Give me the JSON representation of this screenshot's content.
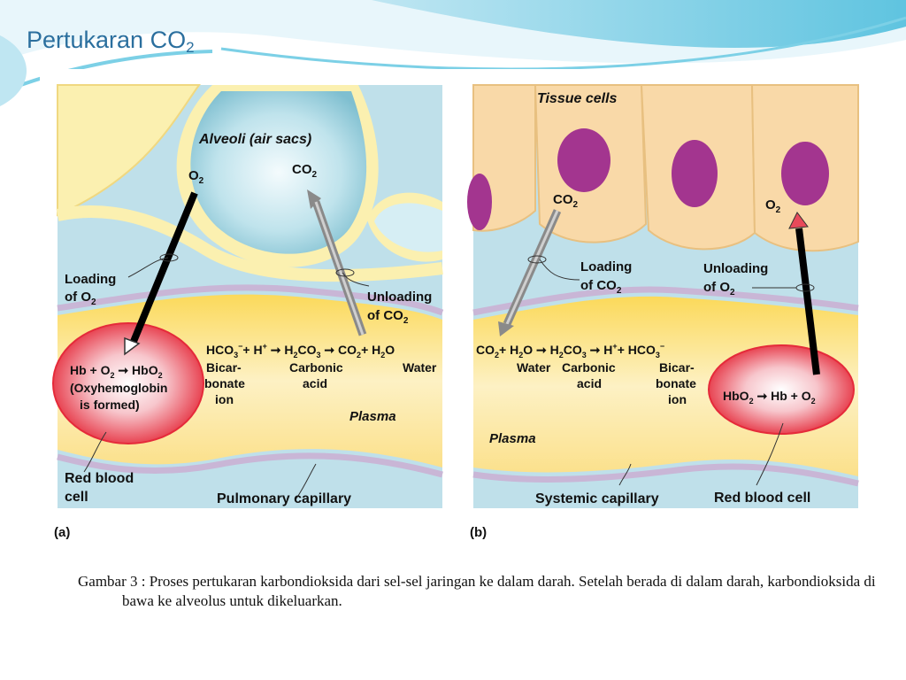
{
  "slide": {
    "title": "Pertukaran CO",
    "title_sub": "2",
    "caption": "Gambar 3 : Proses pertukaran karbondioksida dari sel-sel jaringan ke dalam darah. Setelah berada di dalam darah, karbondioksida di bawa ke alveolus untuk dikeluarkan."
  },
  "panel_a": {
    "label": "(a)",
    "alveoli": "Alveoli (air sacs)",
    "o2": "O",
    "co2": "CO",
    "loading_line1": "Loading",
    "loading_line2": "of O",
    "unloading_line1": "Unloading",
    "unloading_line2": "of CO",
    "rbc_line1": "Hb + O",
    "rbc_product": "HbO",
    "rbc_line2": "(Oxyhemoglobin",
    "rbc_line3": "is formed)",
    "equation_hco3": "HCO",
    "equation_h": "+ H",
    "equation_h2co3": "H",
    "equation_co2": "CO",
    "equation_h2o": "+ H",
    "bicar_1": "Bicar-",
    "bicar_2": "bonate",
    "bicar_3": "ion",
    "carbonic_1": "Carbonic",
    "carbonic_2": "acid",
    "water": "Water",
    "plasma": "Plasma",
    "rbc_label_1": "Red blood",
    "rbc_label_2": "cell",
    "capillary": "Pulmonary capillary"
  },
  "panel_b": {
    "label": "(b)",
    "tissue": "Tissue cells",
    "co2": "CO",
    "o2": "O",
    "loading_line1": "Loading",
    "loading_line2": "of CO",
    "unloading_line1": "Unloading",
    "unloading_line2": "of O",
    "equation_co2": "CO",
    "equation_h2o": "+ H",
    "equation_h2co3": "H",
    "equation_h": "H",
    "equation_hco3": "+ HCO",
    "water": "Water",
    "carbonic_1": "Carbonic",
    "carbonic_2": "acid",
    "bicar_1": "Bicar-",
    "bicar_2": "bonate",
    "bicar_3": "ion",
    "rbc_hbo2": "HbO",
    "rbc_rest": "Hb + O",
    "plasma": "Plasma",
    "capillary": "Systemic capillary",
    "rbc_label": "Red blood cell"
  },
  "colors": {
    "title": "#2b6f9e",
    "plasma": "#fbe8a0",
    "alveolus": "#9ed0dc",
    "tissue": "#f9d9a8",
    "nucleus": "#a3358f",
    "rbc": "#e52a3a",
    "membrane": "#c9b6d6"
  }
}
